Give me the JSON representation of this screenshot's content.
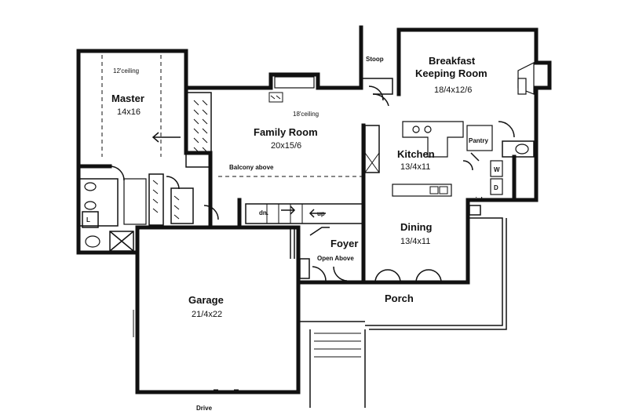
{
  "rooms": {
    "master": {
      "name": "Master",
      "size": "14x16",
      "note": "12'ceiling"
    },
    "family": {
      "name": "Family Room",
      "size": "20x15/6",
      "note": "18'ceiling",
      "note2": "Balcony above"
    },
    "breakfast": {
      "name_line1": "Breakfast",
      "name_line2": "Keeping Room",
      "size": "18/4x12/6"
    },
    "kitchen": {
      "name": "Kitchen",
      "size": "13/4x11"
    },
    "dining": {
      "name": "Dining",
      "size": "13/4x11"
    },
    "foyer": {
      "name": "Foyer",
      "note": "Open Above"
    },
    "garage": {
      "name": "Garage",
      "size": "21/4x22"
    },
    "porch": {
      "name": "Porch"
    },
    "stoop": {
      "name": "Stoop"
    },
    "pantry": {
      "name": "Pantry"
    }
  },
  "labels": {
    "drive": "Drive",
    "stairs_down": "dn.",
    "stairs_up": "up",
    "sink": "sink",
    "washer": "W",
    "dryer": "D",
    "linen": "L"
  }
}
